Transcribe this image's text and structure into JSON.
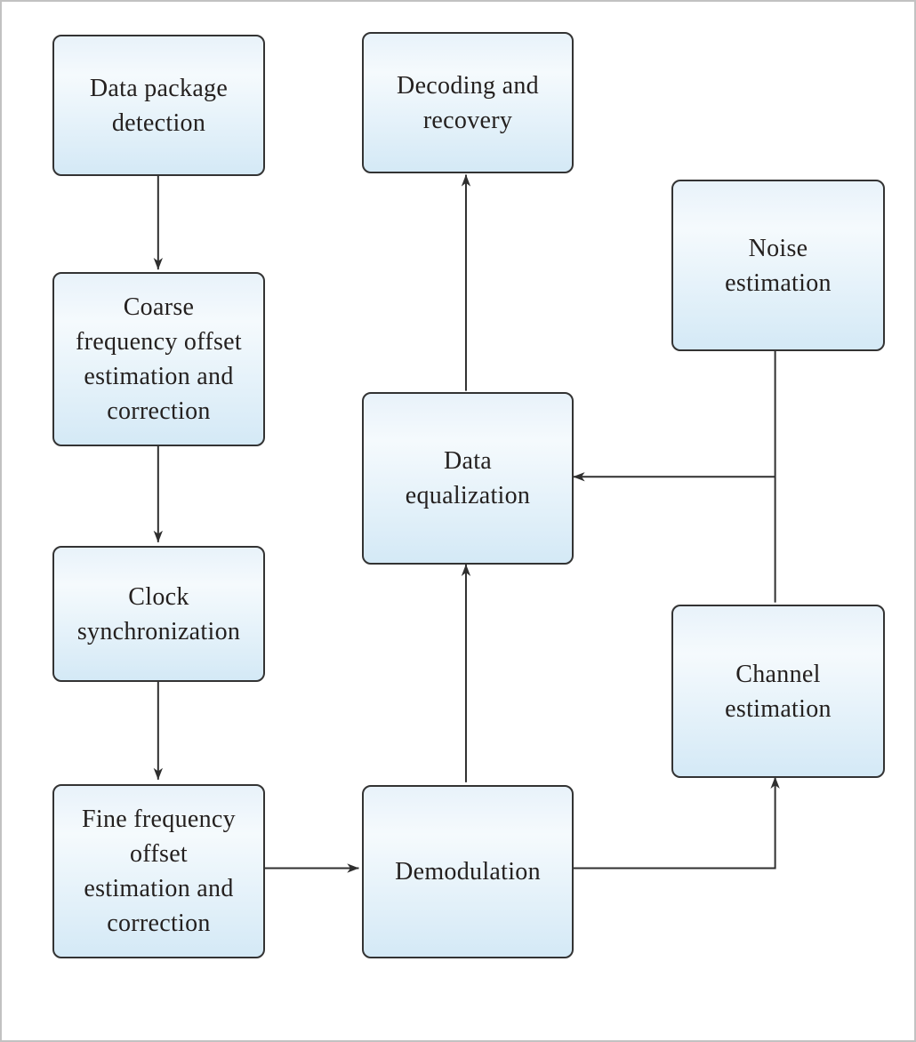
{
  "figure": {
    "type": "flowchart",
    "background": "#ffffff",
    "frame_color": "#c2c2c2"
  },
  "colors": {
    "node_fill_top": "#e8f2fa",
    "node_fill_mid": "#f5fafd",
    "node_fill_bottom": "#d4e9f6",
    "node_border": "#333333",
    "edge_stroke": "#2f2f2f",
    "text": "#24201f"
  },
  "nodes": [
    {
      "id": "data-package-detection",
      "label": "Data package\ndetection"
    },
    {
      "id": "coarse-frequency-offset",
      "label": "Coarse\nfrequency offset\nestimation and\ncorrection"
    },
    {
      "id": "clock-synchronization",
      "label": "Clock\nsynchronization"
    },
    {
      "id": "fine-frequency-offset",
      "label": "Fine frequency\noffset\nestimation and\ncorrection"
    },
    {
      "id": "decoding-and-recovery",
      "label": "Decoding and\nrecovery"
    },
    {
      "id": "data-equalization",
      "label": "Data\nequalization"
    },
    {
      "id": "demodulation",
      "label": "Demodulation"
    },
    {
      "id": "noise-estimation",
      "label": "Noise\nestimation"
    },
    {
      "id": "channel-estimation",
      "label": "Channel\nestimation"
    }
  ],
  "edges": [
    {
      "from": "data-package-detection",
      "to": "coarse-frequency-offset",
      "arrow": true
    },
    {
      "from": "coarse-frequency-offset",
      "to": "clock-synchronization",
      "arrow": true
    },
    {
      "from": "clock-synchronization",
      "to": "fine-frequency-offset",
      "arrow": true
    },
    {
      "from": "fine-frequency-offset",
      "to": "demodulation",
      "arrow": true
    },
    {
      "from": "demodulation",
      "to": "data-equalization",
      "arrow": true
    },
    {
      "from": "data-equalization",
      "to": "decoding-and-recovery",
      "arrow": true
    },
    {
      "from": "noise-estimation",
      "to": "channel-estimation",
      "arrow": false
    },
    {
      "from": "noise-estimation",
      "to": "data-equalization",
      "arrow": true
    },
    {
      "from": "demodulation",
      "to": "channel-estimation",
      "arrow": true
    }
  ]
}
